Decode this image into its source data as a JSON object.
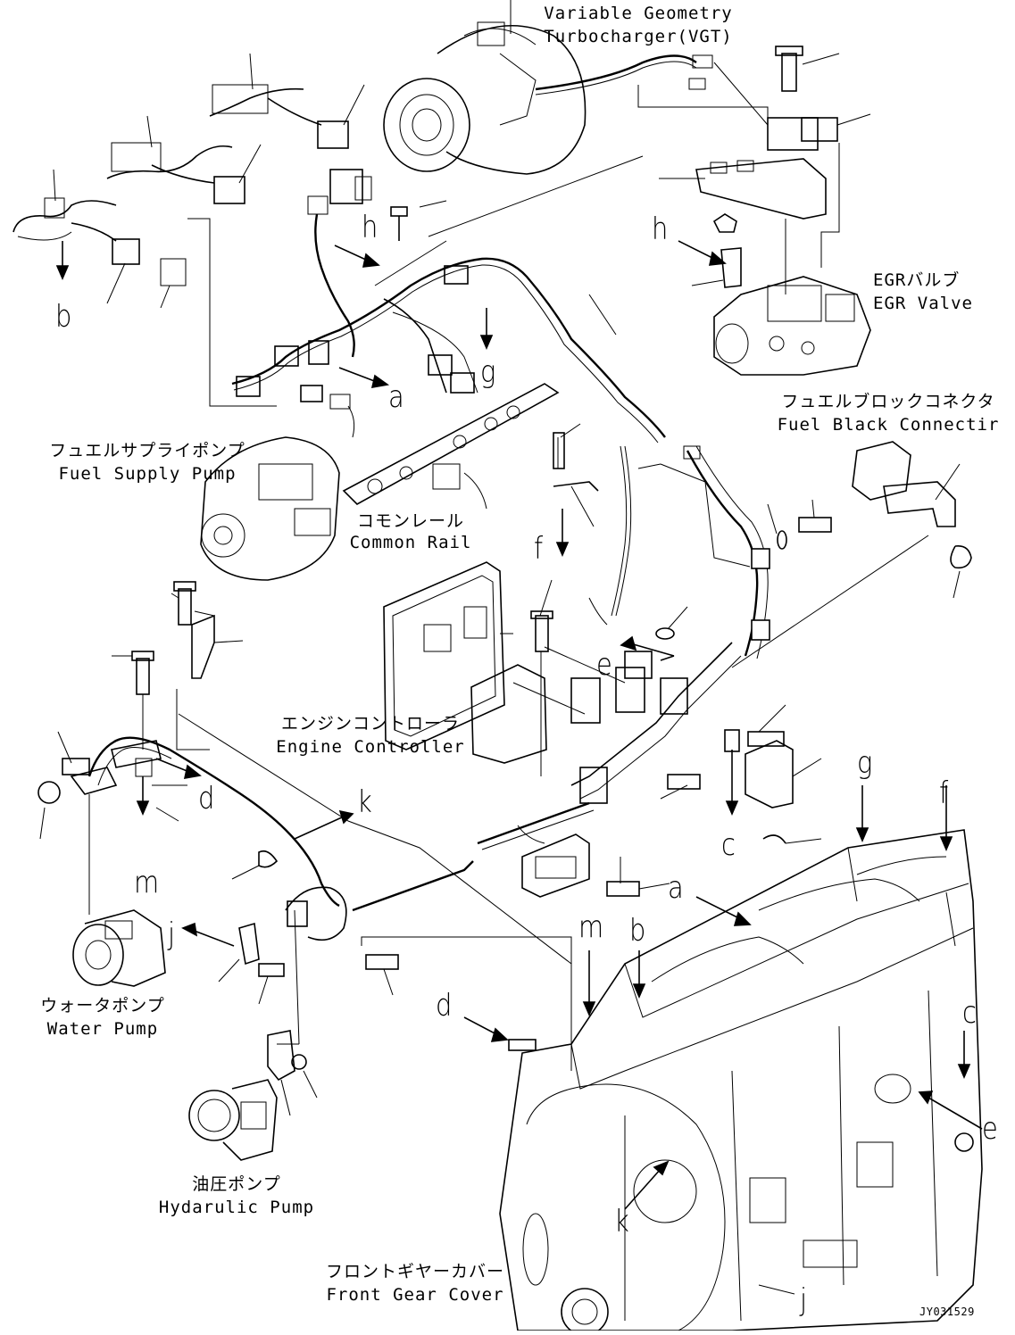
{
  "components": {
    "vgt": {
      "jp": "",
      "en1": "Variable Geometry",
      "en2": "Turbocharger(VGT)"
    },
    "egr_valve": {
      "jp": "EGRバルブ",
      "en": "EGR Valve"
    },
    "fuel_block_connector": {
      "jp": "フュエルブロックコネクタ",
      "en": "Fuel Black Connectir"
    },
    "fuel_supply_pump": {
      "jp": "フュエルサプライポンプ",
      "en": "Fuel Supply Pump"
    },
    "common_rail": {
      "jp": "コモンレール",
      "en": "Common Rail"
    },
    "engine_controller": {
      "jp": "エンジンコントローラ",
      "en": "Engine Controller"
    },
    "water_pump": {
      "jp": "ウォータポンプ",
      "en": "Water Pump"
    },
    "hydraulic_pump": {
      "jp": "油圧ポンプ",
      "en": "Hydarulic Pump"
    },
    "front_gear_cover": {
      "jp": "フロントギヤーカバー",
      "en": "Front Gear Cover"
    }
  },
  "reference_letters": {
    "a": "a",
    "b": "b",
    "c": "c",
    "d": "d",
    "e": "e",
    "f": "f",
    "g": "g",
    "h": "h",
    "j": "j",
    "k": "k",
    "m": "m"
  },
  "figure_id": "JY031529"
}
